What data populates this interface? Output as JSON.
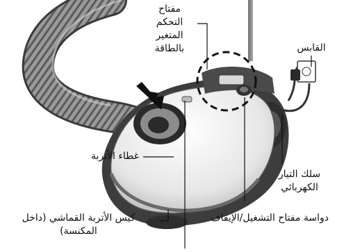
{
  "labels": {
    "power_control": [
      "مفتاح",
      "التحكم",
      "المتغير",
      "بالطاقة"
    ],
    "plug": "القابس",
    "dust_cover": "غطاء الأتربة",
    "power_cord": [
      "سلك التيار",
      "الكهربائي"
    ],
    "cloth_dust_bag": [
      "كيس الأتربة القماشي (داخل",
      "المكنسة)"
    ],
    "on_off_pedal": "دواسة مفتاح التشغيل/الإيقاف"
  }
}
